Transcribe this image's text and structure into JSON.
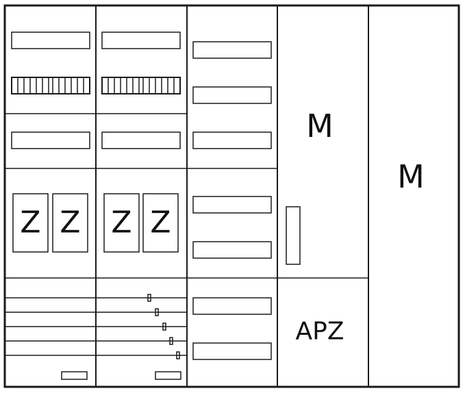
{
  "labels": {
    "meter_left_1": "Z",
    "meter_left_2": "Z",
    "meter_mid_1": "Z",
    "meter_mid_2": "Z",
    "multimedia_col4": "M",
    "multimedia_col5": "M",
    "apz": "APZ"
  },
  "colors": {
    "line": "#1a1a1a",
    "background": "#ffffff"
  },
  "icons": {
    "terminal_block": "terminal-block-icon",
    "fuse_marker": "fuse-marker-icon"
  }
}
